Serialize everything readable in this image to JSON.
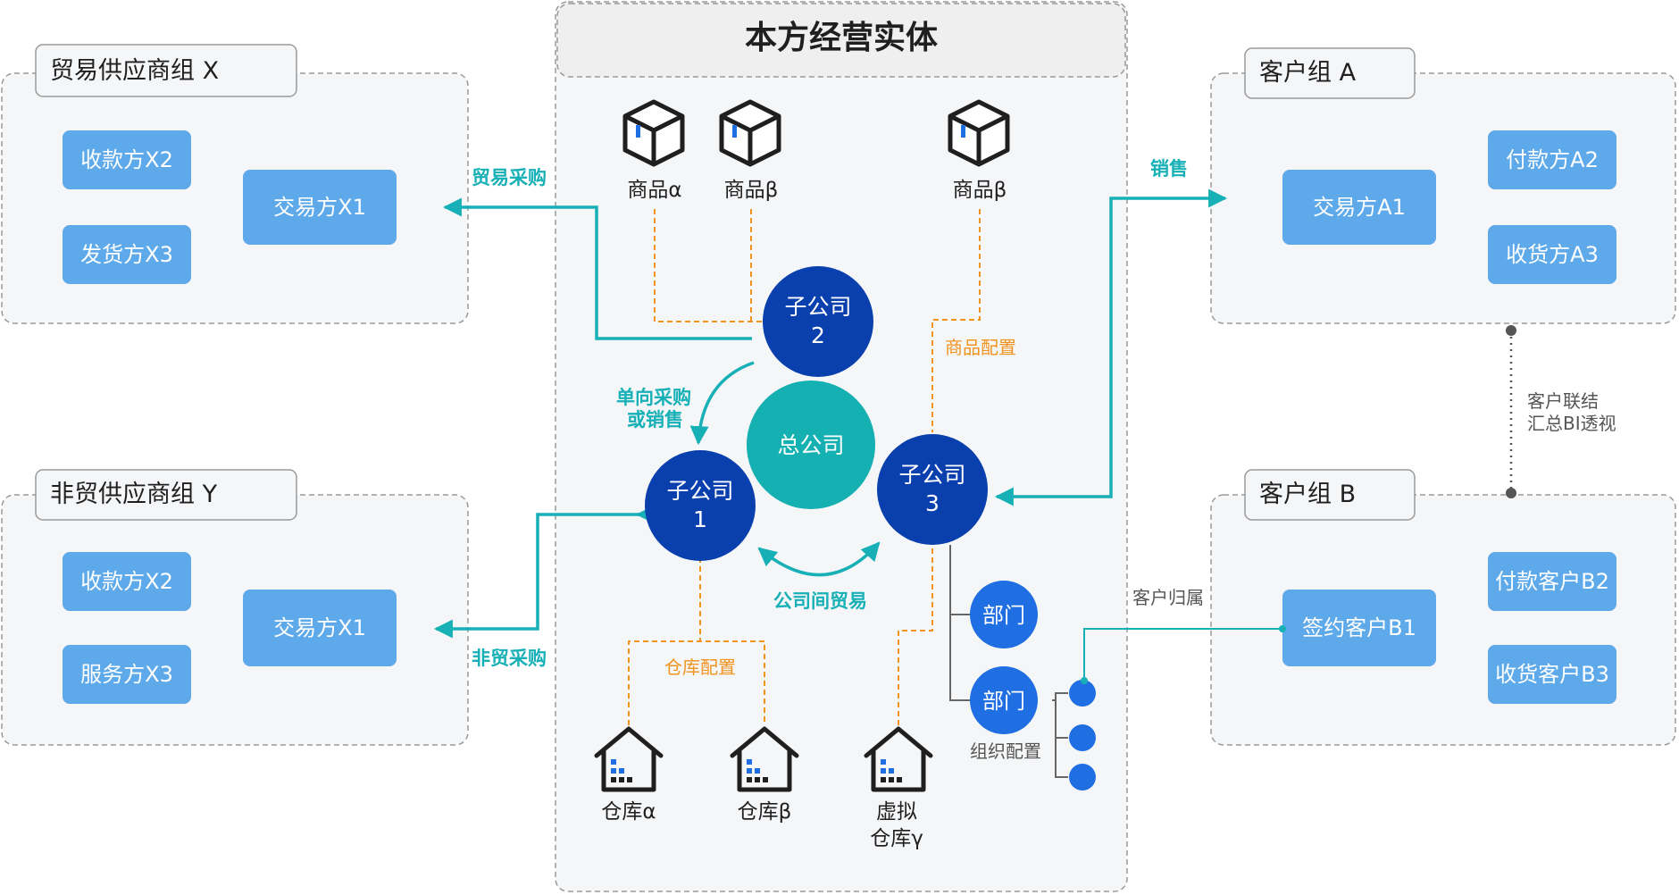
{
  "main_entity": {
    "title": "本方经营实体",
    "center": "总公司",
    "sub2": [
      "子公司",
      "2"
    ],
    "sub1": [
      "子公司",
      "1"
    ],
    "sub3": [
      "子公司",
      "3"
    ],
    "products": [
      "商品α",
      "商品β",
      "商品β"
    ],
    "warehouses": [
      "仓库α",
      "仓库β"
    ],
    "virtual_warehouse": [
      "虚拟",
      "仓库γ"
    ],
    "departments": [
      "部门",
      "部门"
    ]
  },
  "edge_labels": {
    "trade_purchase": "贸易采购",
    "non_trade_purchase": "非贸采购",
    "sales": "销售",
    "one_way": [
      "单向采购",
      "或销售"
    ],
    "inter_company": "公司间贸易",
    "product_config": "商品配置",
    "warehouse_config": "仓库配置",
    "org_config": "组织配置",
    "customer_link": [
      "客户联结",
      "汇总BI透视"
    ],
    "customer_belong": "客户归属"
  },
  "supplier_x": {
    "title": "贸易供应商组 X",
    "nodes": [
      "收款方X2",
      "发货方X3",
      "交易方X1"
    ]
  },
  "supplier_y": {
    "title": "非贸供应商组 Y",
    "nodes": [
      "收款方X2",
      "服务方X3",
      "交易方X1"
    ]
  },
  "customer_a": {
    "title": "客户组 A",
    "nodes": [
      "交易方A1",
      "付款方A2",
      "收货方A3"
    ]
  },
  "customer_b": {
    "title": "客户组 B",
    "nodes": [
      "签约客户B1",
      "付款客户B2",
      "收货客户B3"
    ]
  },
  "colors": {
    "node_blue": "#5ea9ea",
    "dark_blue": "#0a3fae",
    "mid_blue": "#1f6fe3",
    "teal": "#17b0b6",
    "orange": "#f0931f",
    "panel_bg": "#f5f6f8",
    "border": "#9a9a9a"
  }
}
